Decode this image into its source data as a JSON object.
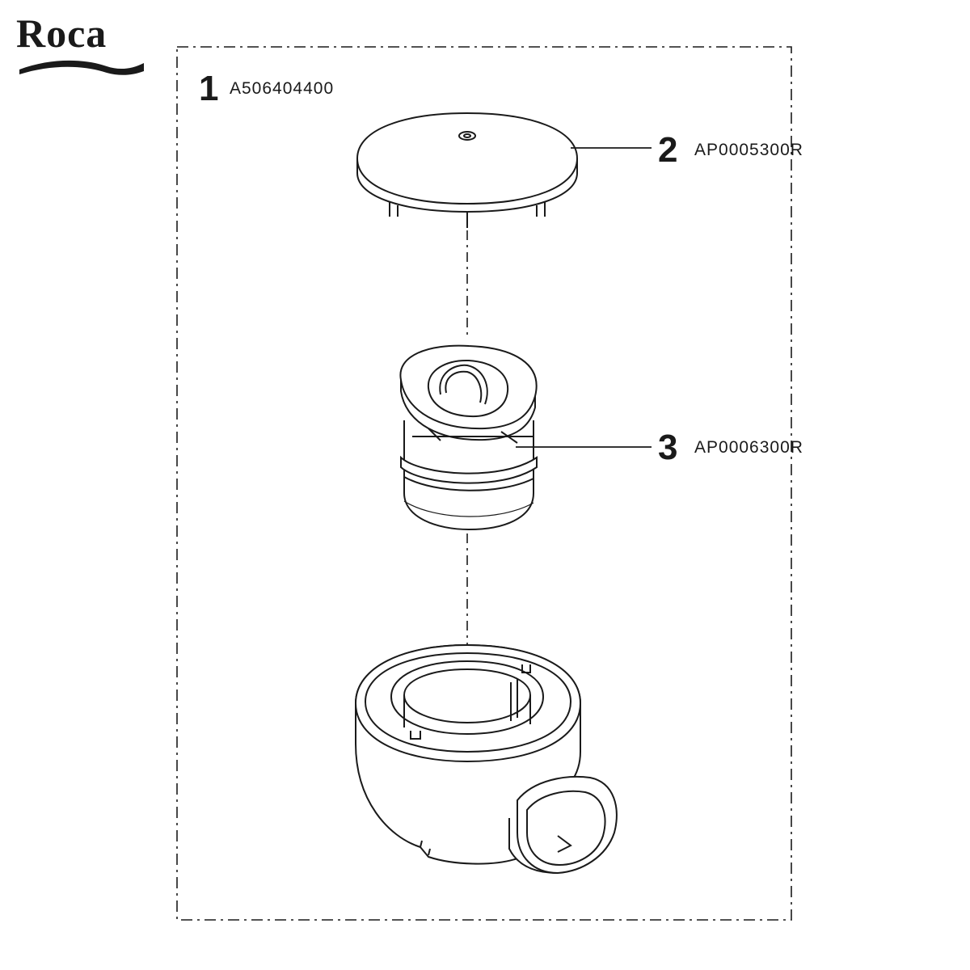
{
  "brand": {
    "logo_text": "Roca"
  },
  "kit": {
    "number": "1",
    "code": "A506404400"
  },
  "parts": [
    {
      "number": "2",
      "code": "AP0005300R",
      "name": "cover"
    },
    {
      "number": "3",
      "code": "AP0006300R",
      "name": "strainer-insert"
    }
  ],
  "colors": {
    "line": "#1a1a1a",
    "background": "#ffffff"
  }
}
